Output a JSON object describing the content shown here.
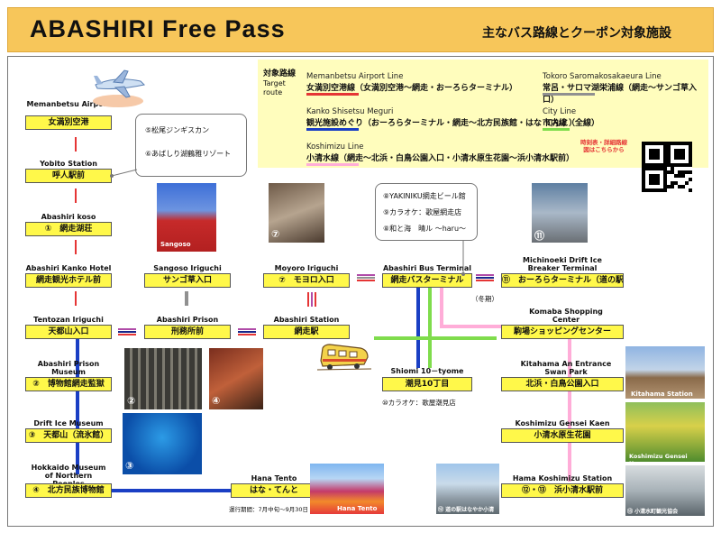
{
  "header": {
    "title": "ABASHIRI  Free  Pass",
    "subtitle": "主なバス路線とクーポン対象施設"
  },
  "legend": {
    "title_jp": "対象路線",
    "title_en": "Target route",
    "lines": [
      {
        "name_en": "Memanbetsu Airport Line",
        "text": "女満別空港線（女満別空港～網走・おーろらターミナル）",
        "color": "#e53535"
      },
      {
        "name_en": "Tokoro Saromakosakaeura Line",
        "text": "常呂・サロマ湖栄浦線（網走～サンゴ草入口）",
        "color": "#909090"
      },
      {
        "name_en": "Kanko Shisetsu Meguri",
        "text": "観光施設めぐり（おーろらターミナル・網走～北方民族館・はな てんと）",
        "color": "#1a3fc4"
      },
      {
        "name_en": "City Line",
        "text": "市内線（全線）",
        "color": "#7fdc4c"
      },
      {
        "name_en": "Koshimizu Line",
        "text": "小清水線（網走～北浜・白鳥公園入口・小清水原生花園～浜小清水駅前）",
        "color": "#ffadd8"
      }
    ],
    "qr_note": "時刻表・詳細路線図はこちらから"
  },
  "stops": {
    "memanbetsu": {
      "en": "Memanbetsu Airport",
      "jp": "女満別空港"
    },
    "yobito": {
      "en": "Yobito Station",
      "jp": "呼人駅前"
    },
    "abashiri_ko": {
      "en": "Abashiri koso",
      "jp": "①　網走湖荘"
    },
    "kanko_hotel": {
      "en": "Abashiri Kanko Hotel",
      "jp": "網走観光ホテル前"
    },
    "tentozan": {
      "en": "Tentozan Iriguchi",
      "jp": "天都山入口"
    },
    "prison_museum": {
      "en": "Abashiri Prison Museum",
      "jp": "②　博物館網走監獄"
    },
    "drift_ice": {
      "en": "Drift Ice Museum",
      "jp": "③　天都山（流氷館）"
    },
    "hokkaido_museum": {
      "en": "Hokkaido  Museum of  Northern  Peoples",
      "jp": "④　北方民族博物館"
    },
    "sangoso": {
      "en": "Sangoso Iriguchi",
      "jp": "サンゴ草入口"
    },
    "prison": {
      "en": "Abashiri Prison",
      "jp": "刑務所前"
    },
    "hana_tento": {
      "en": "Hana Tento",
      "jp": "はな・てんと"
    },
    "moyoro": {
      "en": "Moyoro Iriguchi",
      "jp": "⑦　モヨロ入口"
    },
    "station": {
      "en": "Abashiri Station",
      "jp": "網走駅"
    },
    "bus_terminal": {
      "en": "Abashiri Bus Terminal",
      "jp": "網走バスターミナル"
    },
    "shiomi": {
      "en": "Shiomi 10－tyome",
      "jp": "潮見10丁目"
    },
    "aurora": {
      "en": "Michinoeki Drift Ice Breaker Terminal",
      "jp": "⑪　おーろらターミナル（道の駅）"
    },
    "komaba": {
      "en": "Komaba Shopping Center",
      "jp": "駒場ショッピングセンター"
    },
    "kitahama": {
      "en": "Kitahama An Entrance Swan Park",
      "jp": "北浜・白鳥公園入口"
    },
    "gensei": {
      "en": "Koshimizu Gensei Kaen",
      "jp": "小清水原生花園"
    },
    "hama_koshimizu": {
      "en": "Hama Koshimizu Station",
      "jp": "⑫・⑬　浜小清水駅前"
    }
  },
  "callouts": {
    "yobito": [
      "⑤松尾ジンギスカン",
      "⑥あばしり湖鶴雅リゾート"
    ],
    "terminal": [
      "⑧YAKINIKU網走ビール館",
      "⑨カラオケ：歌屋網走店",
      "⑧和と海　晴ル ～haru～"
    ]
  },
  "notes": {
    "winter": "（冬期）",
    "shiomi_karaoke": "⑩カラオケ：歌屋潮見店",
    "hana_period": "運行期間：7月中旬～9月30日"
  },
  "photos": {
    "sangoso": "Sangoso",
    "p7": "⑦",
    "p11": "⑪",
    "p2": "②",
    "p4": "④",
    "p3": "③",
    "hana": "Hana Tento",
    "p12": "⑫ 道の駅はなやか小清水",
    "kitahama": "Kitahama Station",
    "gensei": "Koshimizu Gensei Kaen",
    "p13": "⑬ 小清水町観光協会"
  }
}
